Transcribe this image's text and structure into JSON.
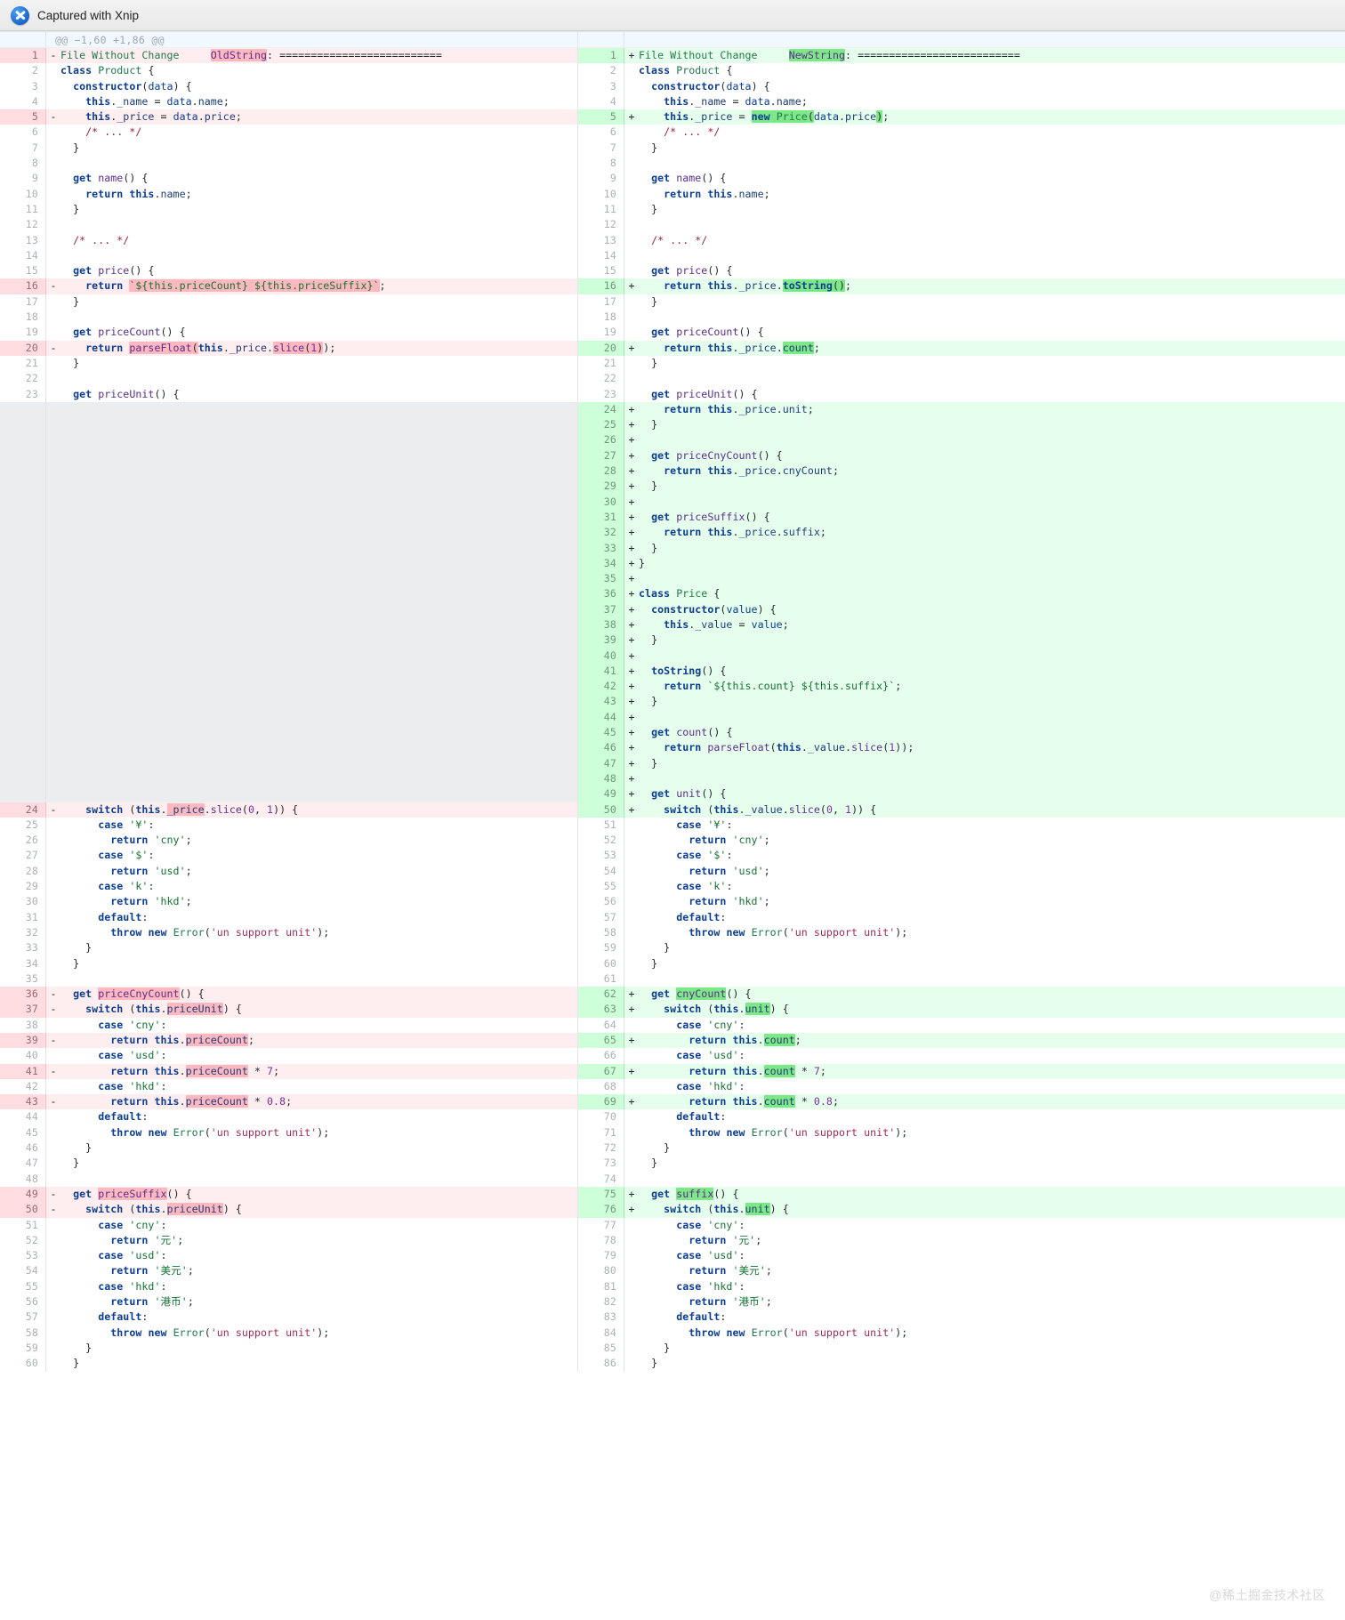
{
  "titlebar": {
    "app_label": "Captured with Xnip",
    "logo_icon": "xnip-scissors-icon"
  },
  "watermark": {
    "text": "@稀土掘金技术社区"
  },
  "diff": {
    "hunk_header": "@@ −1,60 +1,86 @@",
    "left": {
      "lines": [
        {
          "n": "1",
          "type": "del",
          "sign": "-",
          "code": "File Without Change     OldString: ==========================",
          "hl": "old"
        },
        {
          "n": "2",
          "type": "ctx",
          "sign": "",
          "code": "class Product {"
        },
        {
          "n": "3",
          "type": "ctx",
          "sign": "",
          "code": "  constructor(data) {"
        },
        {
          "n": "4",
          "type": "ctx",
          "sign": "",
          "code": "    this._name = data.name;"
        },
        {
          "n": "5",
          "type": "del",
          "sign": "-",
          "code": "    this._price = data.price;"
        },
        {
          "n": "6",
          "type": "ctx",
          "sign": "",
          "code": "    /* ... */"
        },
        {
          "n": "7",
          "type": "ctx",
          "sign": "",
          "code": "  }"
        },
        {
          "n": "8",
          "type": "ctx",
          "sign": "",
          "code": ""
        },
        {
          "n": "9",
          "type": "ctx",
          "sign": "",
          "code": "  get name() {"
        },
        {
          "n": "10",
          "type": "ctx",
          "sign": "",
          "code": "    return this.name;"
        },
        {
          "n": "11",
          "type": "ctx",
          "sign": "",
          "code": "  }"
        },
        {
          "n": "12",
          "type": "ctx",
          "sign": "",
          "code": ""
        },
        {
          "n": "13",
          "type": "ctx",
          "sign": "",
          "code": "  /* ... */"
        },
        {
          "n": "14",
          "type": "ctx",
          "sign": "",
          "code": ""
        },
        {
          "n": "15",
          "type": "ctx",
          "sign": "",
          "code": "  get price() {"
        },
        {
          "n": "16",
          "type": "del",
          "sign": "-",
          "code": "    return `${this.priceCount} ${this.priceSuffix}`;"
        },
        {
          "n": "17",
          "type": "ctx",
          "sign": "",
          "code": "  }"
        },
        {
          "n": "18",
          "type": "ctx",
          "sign": "",
          "code": ""
        },
        {
          "n": "19",
          "type": "ctx",
          "sign": "",
          "code": "  get priceCount() {"
        },
        {
          "n": "20",
          "type": "del",
          "sign": "-",
          "code": "    return parseFloat(this._price.slice(1));"
        },
        {
          "n": "21",
          "type": "ctx",
          "sign": "",
          "code": "  }"
        },
        {
          "n": "22",
          "type": "ctx",
          "sign": "",
          "code": ""
        },
        {
          "n": "23",
          "type": "ctx",
          "sign": "",
          "code": "  get priceUnit() {"
        },
        {
          "n": "24",
          "type": "del",
          "sign": "-",
          "code": "    switch (this._price.slice(0, 1)) {"
        },
        {
          "n": "25",
          "type": "ctx",
          "sign": "",
          "code": "      case '¥':"
        },
        {
          "n": "26",
          "type": "ctx",
          "sign": "",
          "code": "        return 'cny';"
        },
        {
          "n": "27",
          "type": "ctx",
          "sign": "",
          "code": "      case '$':"
        },
        {
          "n": "28",
          "type": "ctx",
          "sign": "",
          "code": "        return 'usd';"
        },
        {
          "n": "29",
          "type": "ctx",
          "sign": "",
          "code": "      case 'k':"
        },
        {
          "n": "30",
          "type": "ctx",
          "sign": "",
          "code": "        return 'hkd';"
        },
        {
          "n": "31",
          "type": "ctx",
          "sign": "",
          "code": "      default:"
        },
        {
          "n": "32",
          "type": "ctx",
          "sign": "",
          "code": "        throw new Error('un support unit');"
        },
        {
          "n": "33",
          "type": "ctx",
          "sign": "",
          "code": "    }"
        },
        {
          "n": "34",
          "type": "ctx",
          "sign": "",
          "code": "  }"
        },
        {
          "n": "35",
          "type": "ctx",
          "sign": "",
          "code": ""
        },
        {
          "n": "36",
          "type": "del",
          "sign": "-",
          "code": "  get priceCnyCount() {"
        },
        {
          "n": "37",
          "type": "del",
          "sign": "-",
          "code": "    switch (this.priceUnit) {"
        },
        {
          "n": "38",
          "type": "ctx",
          "sign": "",
          "code": "      case 'cny':"
        },
        {
          "n": "39",
          "type": "del",
          "sign": "-",
          "code": "        return this.priceCount;"
        },
        {
          "n": "40",
          "type": "ctx",
          "sign": "",
          "code": "      case 'usd':"
        },
        {
          "n": "41",
          "type": "del",
          "sign": "-",
          "code": "        return this.priceCount * 7;"
        },
        {
          "n": "42",
          "type": "ctx",
          "sign": "",
          "code": "      case 'hkd':"
        },
        {
          "n": "43",
          "type": "del",
          "sign": "-",
          "code": "        return this.priceCount * 0.8;"
        },
        {
          "n": "44",
          "type": "ctx",
          "sign": "",
          "code": "      default:"
        },
        {
          "n": "45",
          "type": "ctx",
          "sign": "",
          "code": "        throw new Error('un support unit');"
        },
        {
          "n": "46",
          "type": "ctx",
          "sign": "",
          "code": "    }"
        },
        {
          "n": "47",
          "type": "ctx",
          "sign": "",
          "code": "  }"
        },
        {
          "n": "48",
          "type": "ctx",
          "sign": "",
          "code": ""
        },
        {
          "n": "49",
          "type": "del",
          "sign": "-",
          "code": "  get priceSuffix() {"
        },
        {
          "n": "50",
          "type": "del",
          "sign": "-",
          "code": "    switch (this.priceUnit) {"
        },
        {
          "n": "51",
          "type": "ctx",
          "sign": "",
          "code": "      case 'cny':"
        },
        {
          "n": "52",
          "type": "ctx",
          "sign": "",
          "code": "        return '元';"
        },
        {
          "n": "53",
          "type": "ctx",
          "sign": "",
          "code": "      case 'usd':"
        },
        {
          "n": "54",
          "type": "ctx",
          "sign": "",
          "code": "        return '美元';"
        },
        {
          "n": "55",
          "type": "ctx",
          "sign": "",
          "code": "      case 'hkd':"
        },
        {
          "n": "56",
          "type": "ctx",
          "sign": "",
          "code": "        return '港币';"
        },
        {
          "n": "57",
          "type": "ctx",
          "sign": "",
          "code": "      default:"
        },
        {
          "n": "58",
          "type": "ctx",
          "sign": "",
          "code": "        throw new Error('un support unit');"
        },
        {
          "n": "59",
          "type": "ctx",
          "sign": "",
          "code": "    }"
        },
        {
          "n": "60",
          "type": "ctx",
          "sign": "",
          "code": "  }"
        }
      ]
    },
    "right": {
      "lines": [
        {
          "n": "1",
          "type": "add",
          "sign": "+",
          "code": "File Without Change     NewString: ==========================",
          "hl": "new"
        },
        {
          "n": "2",
          "type": "ctx",
          "sign": "",
          "code": "class Product {"
        },
        {
          "n": "3",
          "type": "ctx",
          "sign": "",
          "code": "  constructor(data) {"
        },
        {
          "n": "4",
          "type": "ctx",
          "sign": "",
          "code": "    this._name = data.name;"
        },
        {
          "n": "5",
          "type": "add",
          "sign": "+",
          "code": "    this._price = new Price(data.price);"
        },
        {
          "n": "6",
          "type": "ctx",
          "sign": "",
          "code": "    /* ... */"
        },
        {
          "n": "7",
          "type": "ctx",
          "sign": "",
          "code": "  }"
        },
        {
          "n": "8",
          "type": "ctx",
          "sign": "",
          "code": ""
        },
        {
          "n": "9",
          "type": "ctx",
          "sign": "",
          "code": "  get name() {"
        },
        {
          "n": "10",
          "type": "ctx",
          "sign": "",
          "code": "    return this.name;"
        },
        {
          "n": "11",
          "type": "ctx",
          "sign": "",
          "code": "  }"
        },
        {
          "n": "12",
          "type": "ctx",
          "sign": "",
          "code": ""
        },
        {
          "n": "13",
          "type": "ctx",
          "sign": "",
          "code": "  /* ... */"
        },
        {
          "n": "14",
          "type": "ctx",
          "sign": "",
          "code": ""
        },
        {
          "n": "15",
          "type": "ctx",
          "sign": "",
          "code": "  get price() {"
        },
        {
          "n": "16",
          "type": "add",
          "sign": "+",
          "code": "    return this._price.toString();"
        },
        {
          "n": "17",
          "type": "ctx",
          "sign": "",
          "code": "  }"
        },
        {
          "n": "18",
          "type": "ctx",
          "sign": "",
          "code": ""
        },
        {
          "n": "19",
          "type": "ctx",
          "sign": "",
          "code": "  get priceCount() {"
        },
        {
          "n": "20",
          "type": "add",
          "sign": "+",
          "code": "    return this._price.count;"
        },
        {
          "n": "21",
          "type": "ctx",
          "sign": "",
          "code": "  }"
        },
        {
          "n": "22",
          "type": "ctx",
          "sign": "",
          "code": ""
        },
        {
          "n": "23",
          "type": "ctx",
          "sign": "",
          "code": "  get priceUnit() {"
        },
        {
          "n": "24",
          "type": "add",
          "sign": "+",
          "code": "    return this._price.unit;"
        },
        {
          "n": "25",
          "type": "add",
          "sign": "+",
          "code": "  }"
        },
        {
          "n": "26",
          "type": "add",
          "sign": "+",
          "code": ""
        },
        {
          "n": "27",
          "type": "add",
          "sign": "+",
          "code": "  get priceCnyCount() {"
        },
        {
          "n": "28",
          "type": "add",
          "sign": "+",
          "code": "    return this._price.cnyCount;"
        },
        {
          "n": "29",
          "type": "add",
          "sign": "+",
          "code": "  }"
        },
        {
          "n": "30",
          "type": "add",
          "sign": "+",
          "code": ""
        },
        {
          "n": "31",
          "type": "add",
          "sign": "+",
          "code": "  get priceSuffix() {"
        },
        {
          "n": "32",
          "type": "add",
          "sign": "+",
          "code": "    return this._price.suffix;"
        },
        {
          "n": "33",
          "type": "add",
          "sign": "+",
          "code": "  }"
        },
        {
          "n": "34",
          "type": "add",
          "sign": "+",
          "code": "}"
        },
        {
          "n": "35",
          "type": "add",
          "sign": "+",
          "code": ""
        },
        {
          "n": "36",
          "type": "add",
          "sign": "+",
          "code": "class Price {"
        },
        {
          "n": "37",
          "type": "add",
          "sign": "+",
          "code": "  constructor(value) {"
        },
        {
          "n": "38",
          "type": "add",
          "sign": "+",
          "code": "    this._value = value;"
        },
        {
          "n": "39",
          "type": "add",
          "sign": "+",
          "code": "  }"
        },
        {
          "n": "40",
          "type": "add",
          "sign": "+",
          "code": ""
        },
        {
          "n": "41",
          "type": "add",
          "sign": "+",
          "code": "  toString() {"
        },
        {
          "n": "42",
          "type": "add",
          "sign": "+",
          "code": "    return `${this.count} ${this.suffix}`;"
        },
        {
          "n": "43",
          "type": "add",
          "sign": "+",
          "code": "  }"
        },
        {
          "n": "44",
          "type": "add",
          "sign": "+",
          "code": ""
        },
        {
          "n": "45",
          "type": "add",
          "sign": "+",
          "code": "  get count() {"
        },
        {
          "n": "46",
          "type": "add",
          "sign": "+",
          "code": "    return parseFloat(this._value.slice(1));"
        },
        {
          "n": "47",
          "type": "add",
          "sign": "+",
          "code": "  }"
        },
        {
          "n": "48",
          "type": "add",
          "sign": "+",
          "code": ""
        },
        {
          "n": "49",
          "type": "add",
          "sign": "+",
          "code": "  get unit() {"
        },
        {
          "n": "50",
          "type": "add",
          "sign": "+",
          "code": "    switch (this._value.slice(0, 1)) {"
        },
        {
          "n": "51",
          "type": "ctx",
          "sign": "",
          "code": "      case '¥':"
        },
        {
          "n": "52",
          "type": "ctx",
          "sign": "",
          "code": "        return 'cny';"
        },
        {
          "n": "53",
          "type": "ctx",
          "sign": "",
          "code": "      case '$':"
        },
        {
          "n": "54",
          "type": "ctx",
          "sign": "",
          "code": "        return 'usd';"
        },
        {
          "n": "55",
          "type": "ctx",
          "sign": "",
          "code": "      case 'k':"
        },
        {
          "n": "56",
          "type": "ctx",
          "sign": "",
          "code": "        return 'hkd';"
        },
        {
          "n": "57",
          "type": "ctx",
          "sign": "",
          "code": "      default:"
        },
        {
          "n": "58",
          "type": "ctx",
          "sign": "",
          "code": "        throw new Error('un support unit');"
        },
        {
          "n": "59",
          "type": "ctx",
          "sign": "",
          "code": "    }"
        },
        {
          "n": "60",
          "type": "ctx",
          "sign": "",
          "code": "  }"
        },
        {
          "n": "61",
          "type": "ctx",
          "sign": "",
          "code": ""
        },
        {
          "n": "62",
          "type": "add",
          "sign": "+",
          "code": "  get cnyCount() {"
        },
        {
          "n": "63",
          "type": "add",
          "sign": "+",
          "code": "    switch (this.unit) {"
        },
        {
          "n": "64",
          "type": "ctx",
          "sign": "",
          "code": "      case 'cny':"
        },
        {
          "n": "65",
          "type": "add",
          "sign": "+",
          "code": "        return this.count;"
        },
        {
          "n": "66",
          "type": "ctx",
          "sign": "",
          "code": "      case 'usd':"
        },
        {
          "n": "67",
          "type": "add",
          "sign": "+",
          "code": "        return this.count * 7;"
        },
        {
          "n": "68",
          "type": "ctx",
          "sign": "",
          "code": "      case 'hkd':"
        },
        {
          "n": "69",
          "type": "add",
          "sign": "+",
          "code": "        return this.count * 0.8;"
        },
        {
          "n": "70",
          "type": "ctx",
          "sign": "",
          "code": "      default:"
        },
        {
          "n": "71",
          "type": "ctx",
          "sign": "",
          "code": "        throw new Error('un support unit');"
        },
        {
          "n": "72",
          "type": "ctx",
          "sign": "",
          "code": "    }"
        },
        {
          "n": "73",
          "type": "ctx",
          "sign": "",
          "code": "  }"
        },
        {
          "n": "74",
          "type": "ctx",
          "sign": "",
          "code": ""
        },
        {
          "n": "75",
          "type": "add",
          "sign": "+",
          "code": "  get suffix() {"
        },
        {
          "n": "76",
          "type": "add",
          "sign": "+",
          "code": "    switch (this.unit) {"
        },
        {
          "n": "77",
          "type": "ctx",
          "sign": "",
          "code": "      case 'cny':"
        },
        {
          "n": "78",
          "type": "ctx",
          "sign": "",
          "code": "        return '元';"
        },
        {
          "n": "79",
          "type": "ctx",
          "sign": "",
          "code": "      case 'usd':"
        },
        {
          "n": "80",
          "type": "ctx",
          "sign": "",
          "code": "        return '美元';"
        },
        {
          "n": "81",
          "type": "ctx",
          "sign": "",
          "code": "      case 'hkd':"
        },
        {
          "n": "82",
          "type": "ctx",
          "sign": "",
          "code": "        return '港币';"
        },
        {
          "n": "83",
          "type": "ctx",
          "sign": "",
          "code": "      default:"
        },
        {
          "n": "84",
          "type": "ctx",
          "sign": "",
          "code": "        throw new Error('un support unit');"
        },
        {
          "n": "85",
          "type": "ctx",
          "sign": "",
          "code": "    }"
        },
        {
          "n": "86",
          "type": "ctx",
          "sign": "",
          "code": "  }"
        }
      ]
    },
    "colors": {
      "del_bg": "#ffeef0",
      "del_gutter": "#ffdce0",
      "del_word": "#fdb8c0",
      "add_bg": "#e6ffed",
      "add_gutter": "#cdffd8",
      "add_word": "#7ee787",
      "filler_bg": "#ebedef",
      "hunk_bg": "#f1f8ff"
    }
  }
}
